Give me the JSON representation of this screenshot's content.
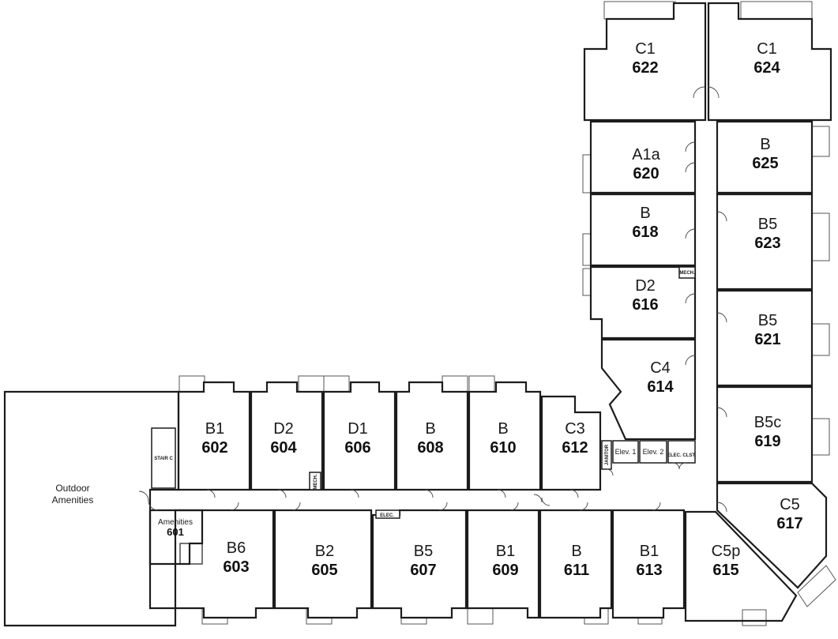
{
  "colors": {
    "highlight": "#c5d5c2",
    "wall": "#1c1c1c",
    "background": "#ffffff"
  },
  "units": [
    {
      "id": "622",
      "type": "C1",
      "highlighted": false
    },
    {
      "id": "624",
      "type": "C1",
      "highlighted": false
    },
    {
      "id": "620",
      "type": "A1a",
      "highlighted": false
    },
    {
      "id": "625",
      "type": "B",
      "highlighted": false
    },
    {
      "id": "618",
      "type": "B",
      "highlighted": false
    },
    {
      "id": "623",
      "type": "B5",
      "highlighted": false
    },
    {
      "id": "616",
      "type": "D2",
      "highlighted": false
    },
    {
      "id": "621",
      "type": "B5",
      "highlighted": false
    },
    {
      "id": "614",
      "type": "C4",
      "highlighted": false
    },
    {
      "id": "619",
      "type": "B5c",
      "highlighted": false
    },
    {
      "id": "617",
      "type": "C5",
      "highlighted": false
    },
    {
      "id": "615",
      "type": "C5p",
      "highlighted": true
    },
    {
      "id": "602",
      "type": "B1",
      "highlighted": false
    },
    {
      "id": "604",
      "type": "D2",
      "highlighted": false
    },
    {
      "id": "606",
      "type": "D1",
      "highlighted": false
    },
    {
      "id": "608",
      "type": "B",
      "highlighted": false
    },
    {
      "id": "610",
      "type": "B",
      "highlighted": false
    },
    {
      "id": "612",
      "type": "C3",
      "highlighted": false
    },
    {
      "id": "603",
      "type": "B6",
      "highlighted": false
    },
    {
      "id": "605",
      "type": "B2",
      "highlighted": false
    },
    {
      "id": "607",
      "type": "B5",
      "highlighted": false
    },
    {
      "id": "609",
      "type": "B1",
      "highlighted": false
    },
    {
      "id": "611",
      "type": "B",
      "highlighted": false
    },
    {
      "id": "613",
      "type": "B1",
      "highlighted": false
    }
  ],
  "amenities": {
    "label": "Amenities",
    "number": "601"
  },
  "outdoor": {
    "line1": "Outdoor",
    "line2": "Amenities"
  },
  "utilities": {
    "stair": "STAIR C",
    "mech_west": "MECH.",
    "mech_north": "MECH.",
    "elec_corridor": "ELEC.",
    "janitor": "JANITOR",
    "elev1": "Elev. 1",
    "elev2": "Elev. 2",
    "elec_closet": "ELEC. CLST."
  }
}
